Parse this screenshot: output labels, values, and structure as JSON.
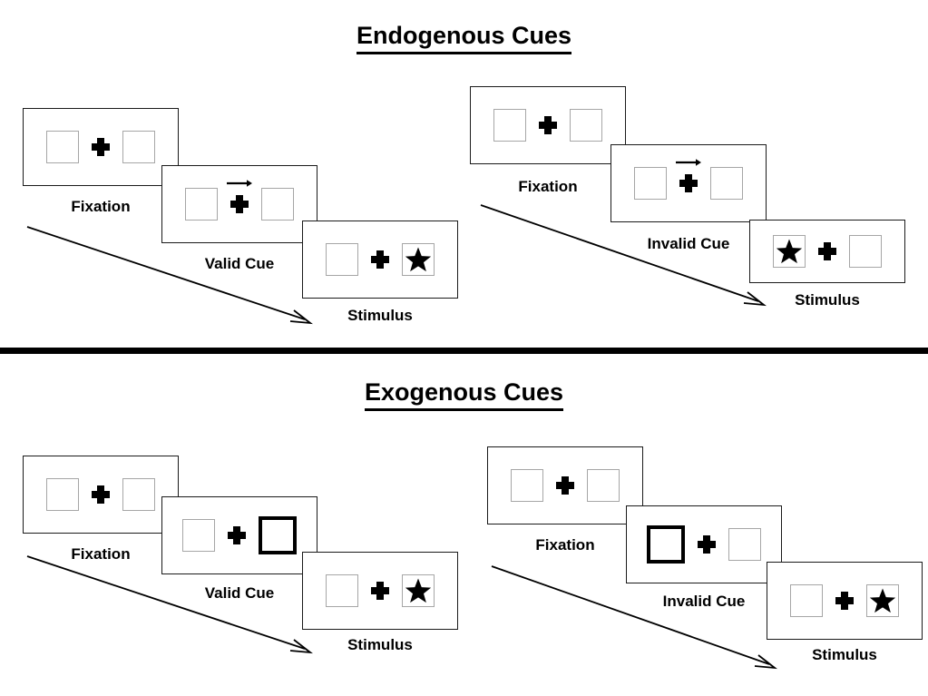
{
  "figure": {
    "title_top": "Endogenous Cues",
    "title_bottom": "Exogenous Cues",
    "divider_color": "#000000",
    "panel_border_color": "#1a1a1a",
    "box_border_color": "#a6a6a6",
    "cue_box_border_color": "#000000",
    "fixation_color": "#000000",
    "star_color": "#000000"
  },
  "labels": {
    "fixation": "Fixation",
    "valid_cue": "Valid Cue",
    "invalid_cue": "Invalid Cue",
    "stimulus": "Stimulus"
  },
  "sections": [
    {
      "name": "endogenous",
      "title": "Endogenous Cues",
      "cue_type": "central-arrow",
      "sequences": [
        {
          "name": "valid",
          "cue_label": "Valid Cue",
          "frames": [
            {
              "stage": "Fixation",
              "label": "Fixation",
              "cue": "none",
              "cue_side": "none",
              "target_side": "none"
            },
            {
              "stage": "Cue",
              "label": "Valid Cue",
              "cue": "arrow-right",
              "cue_side": "right",
              "target_side": "none"
            },
            {
              "stage": "Stimulus",
              "label": "Stimulus",
              "cue": "none",
              "cue_side": "none",
              "target_side": "right"
            }
          ]
        },
        {
          "name": "invalid",
          "cue_label": "Invalid Cue",
          "frames": [
            {
              "stage": "Fixation",
              "label": "Fixation",
              "cue": "none",
              "cue_side": "none",
              "target_side": "none"
            },
            {
              "stage": "Cue",
              "label": "Invalid Cue",
              "cue": "arrow-right",
              "cue_side": "right",
              "target_side": "none"
            },
            {
              "stage": "Stimulus",
              "label": "Stimulus",
              "cue": "none",
              "cue_side": "none",
              "target_side": "left"
            }
          ]
        }
      ]
    },
    {
      "name": "exogenous",
      "title": "Exogenous Cues",
      "cue_type": "peripheral-box-flash",
      "sequences": [
        {
          "name": "valid",
          "cue_label": "Valid Cue",
          "frames": [
            {
              "stage": "Fixation",
              "label": "Fixation",
              "cue": "none",
              "cue_side": "none",
              "target_side": "none"
            },
            {
              "stage": "Cue",
              "label": "Valid Cue",
              "cue": "box-bold",
              "cue_side": "right",
              "target_side": "none"
            },
            {
              "stage": "Stimulus",
              "label": "Stimulus",
              "cue": "none",
              "cue_side": "none",
              "target_side": "right"
            }
          ]
        },
        {
          "name": "invalid",
          "cue_label": "Invalid Cue",
          "frames": [
            {
              "stage": "Fixation",
              "label": "Fixation",
              "cue": "none",
              "cue_side": "none",
              "target_side": "none"
            },
            {
              "stage": "Cue",
              "label": "Invalid Cue",
              "cue": "box-bold",
              "cue_side": "left",
              "target_side": "none"
            },
            {
              "stage": "Stimulus",
              "label": "Stimulus",
              "cue": "none",
              "cue_side": "none",
              "target_side": "right"
            }
          ]
        }
      ]
    }
  ],
  "time_arrows": [
    {
      "name": "endogenous-valid-time-arrow",
      "meaning": "time"
    },
    {
      "name": "endogenous-invalid-time-arrow",
      "meaning": "time"
    },
    {
      "name": "exogenous-valid-time-arrow",
      "meaning": "time"
    },
    {
      "name": "exogenous-invalid-time-arrow",
      "meaning": "time"
    }
  ]
}
